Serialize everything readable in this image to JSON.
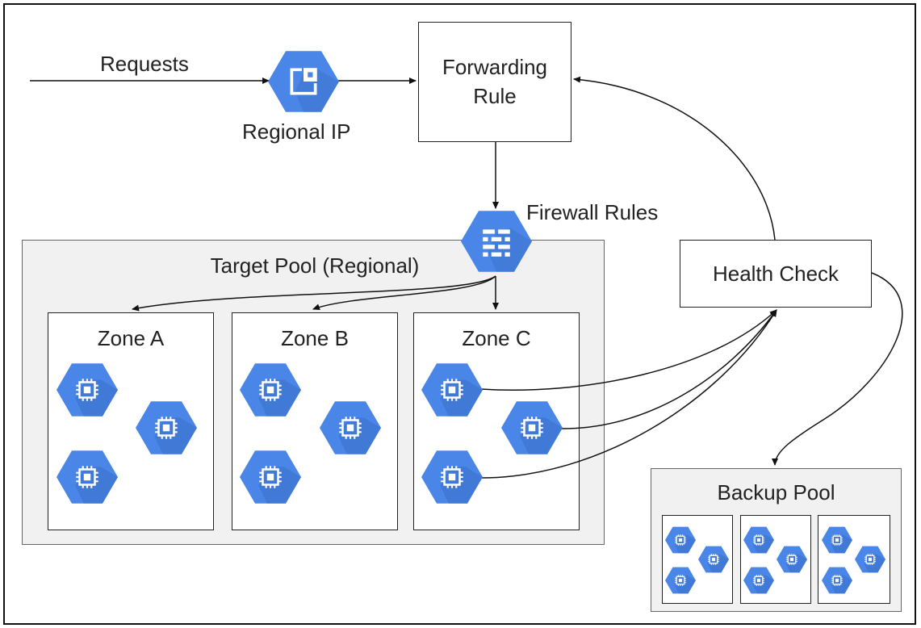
{
  "labels": {
    "requests": "Requests",
    "regional_ip": "Regional IP",
    "forwarding_rule_line1": "Forwarding",
    "forwarding_rule_line2": "Rule",
    "firewall_rules": "Firewall Rules",
    "target_pool": "Target Pool (Regional)",
    "zone_a": "Zone A",
    "zone_b": "Zone B",
    "zone_c": "Zone C",
    "health_check": "Health Check",
    "backup_pool": "Backup Pool"
  },
  "colors": {
    "hex_blue": "#4a86e8",
    "hex_blue_dark": "#3b6fc9",
    "pool_fill": "#f1f1f1",
    "line": "#111111"
  },
  "icons": {
    "regional_ip": "external-ip-icon",
    "firewall": "firewall-icon",
    "instance": "compute-engine-icon"
  }
}
